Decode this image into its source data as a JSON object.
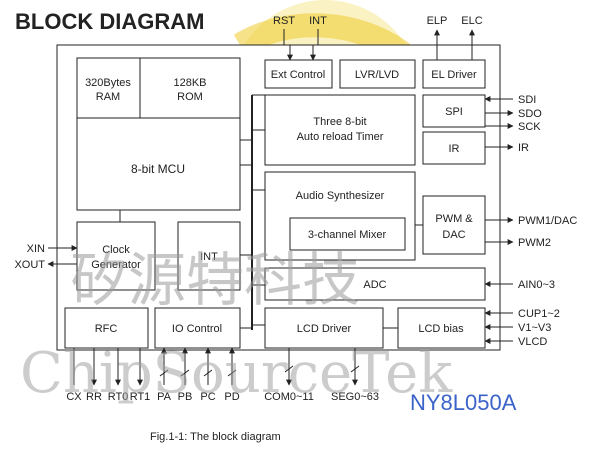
{
  "title": "BLOCK DIAGRAM",
  "caption": "Fig.1-1: The block diagram",
  "part_number": "NY8L050A",
  "watermark": {
    "chinese": "矽源特科技",
    "english": "ChipSourceTek"
  },
  "blocks": {
    "ram": [
      "320Bytes",
      "RAM"
    ],
    "rom": [
      "128KB",
      "ROM"
    ],
    "mcu": "8-bit MCU",
    "clock_generator": [
      "Clock",
      "Generator"
    ],
    "int_block": "INT",
    "rfc": "RFC",
    "io_control": "IO Control",
    "ext_control": "Ext Control",
    "lvr_lvd": "LVR/LVD",
    "el_driver": "EL Driver",
    "timer": [
      "Three 8-bit",
      "Auto reload Timer"
    ],
    "audio_synth": "Audio Synthesizer",
    "mixer": "3-channel Mixer",
    "spi": "SPI",
    "ir": "IR",
    "pwm_dac": [
      "PWM &",
      "DAC"
    ],
    "adc": "ADC",
    "lcd_driver": "LCD Driver",
    "lcd_bias": "LCD bias"
  },
  "pins": {
    "top": [
      "RST",
      "INT",
      "ELP",
      "ELC"
    ],
    "right": [
      "SDI",
      "SDO",
      "SCK",
      "IR",
      "PWM1/DAC",
      "PWM2",
      "AIN0~3",
      "CUP1~2",
      "V1~V3",
      "VLCD"
    ],
    "left": [
      "XIN",
      "XOUT"
    ],
    "bottom": [
      "CX",
      "RR",
      "RT0",
      "RT1",
      "PA",
      "PB",
      "PC",
      "PD",
      "COM0~11",
      "SEG0~63"
    ]
  }
}
